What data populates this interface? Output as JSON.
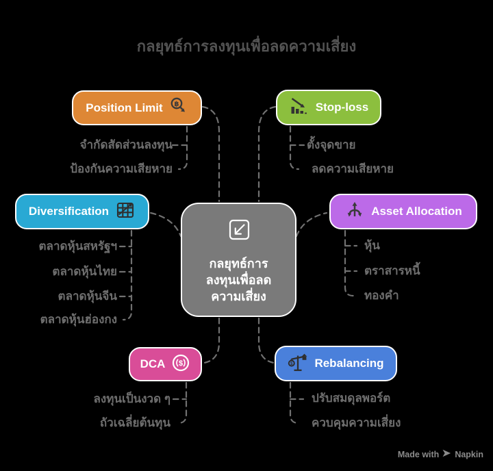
{
  "title": "กลยุทธ์การลงทุนเพื่อลดความเสี่ยง",
  "background_color": "#000000",
  "connector_color": "#717171",
  "center": {
    "line1": "กลยุทธ์การ",
    "line2": "ลงทุนเพื่อลด",
    "line3": "ความเสี่ยง",
    "color": "#7a7a7a",
    "icon": "expand-arrow-icon"
  },
  "nodes": [
    {
      "id": "position-limit",
      "label": "Position Limit",
      "color": "#de8735",
      "icon": "coin-arrow-icon",
      "items": [
        "จำกัดสัดส่วนลงทุน",
        "ป้องกันความเสียหาย"
      ]
    },
    {
      "id": "stop-loss",
      "label": "Stop-loss",
      "color": "#8cbf3e",
      "icon": "declining-bars-icon",
      "items": [
        "ตั้งจุดขาย",
        "ลดความเสียหาย"
      ]
    },
    {
      "id": "diversification",
      "label": "Diversification",
      "color": "#29a9d4",
      "icon": "grid-trend-icon",
      "items": [
        "ตลาดหุ้นสหรัฐฯ",
        "ตลาดหุ้นไทย",
        "ตลาดหุ้นจีน",
        "ตลาดหุ้นฮ่องกง"
      ]
    },
    {
      "id": "asset-allocation",
      "label": "Asset Allocation",
      "color": "#bc6ae8",
      "icon": "split-arrows-icon",
      "items": [
        "หุ้น",
        "ตราสารหนี้",
        "ทองคำ"
      ]
    },
    {
      "id": "dca",
      "label": "DCA",
      "color": "#d94d98",
      "icon": "dollar-coin-icon",
      "items": [
        "ลงทุนเป็นงวด ๆ",
        "ถัวเฉลี่ยต้นทุน"
      ]
    },
    {
      "id": "rebalancing",
      "label": "Rebalancing",
      "color": "#4a80db",
      "icon": "balance-scale-icon",
      "items": [
        "ปรับสมดุลพอร์ต",
        "ควบคุมความเสี่ยง"
      ]
    }
  ],
  "watermark": {
    "made_with": "Made with",
    "brand": "Napkin",
    "icon": "napkin-logo-icon"
  }
}
